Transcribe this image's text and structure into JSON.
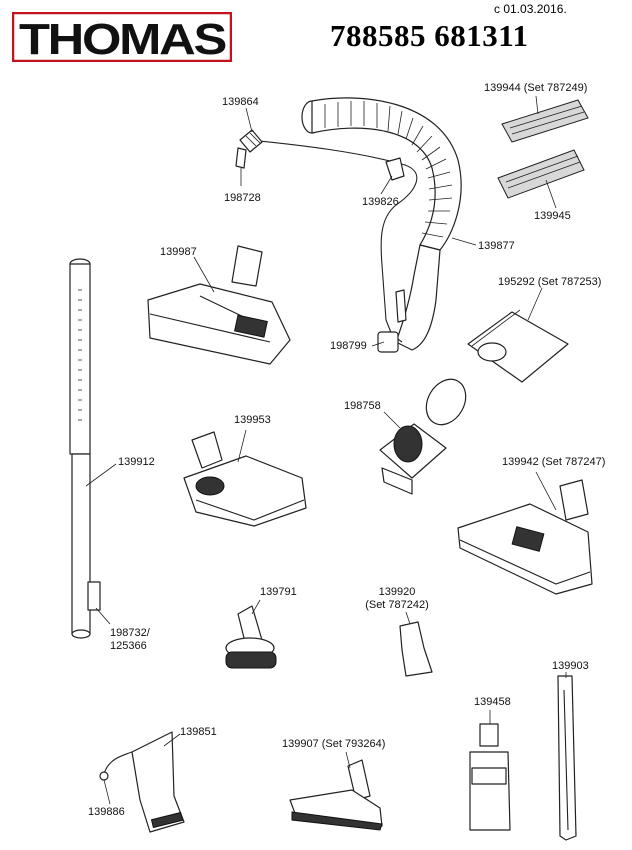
{
  "header": {
    "brand": "THOMAS",
    "date": "c  01.03.2016.",
    "model_numbers": "788585 681311"
  },
  "colors": {
    "brand_red": "#c4121a",
    "ink": "#222222"
  },
  "parts": [
    {
      "id": "p139864",
      "label": "139864"
    },
    {
      "id": "p198728",
      "label": "198728"
    },
    {
      "id": "p139826",
      "label": "139826"
    },
    {
      "id": "p139877",
      "label": "139877"
    },
    {
      "id": "p139944",
      "label": "139944 (Set 787249)"
    },
    {
      "id": "p139945",
      "label": "139945"
    },
    {
      "id": "p139987",
      "label": "139987"
    },
    {
      "id": "p195292",
      "label": "195292 (Set 787253)"
    },
    {
      "id": "p198799",
      "label": "198799"
    },
    {
      "id": "p198758",
      "label": "198758"
    },
    {
      "id": "p139953",
      "label": "139953"
    },
    {
      "id": "p139912",
      "label": "139912"
    },
    {
      "id": "p139942",
      "label": "139942 (Set 787247)"
    },
    {
      "id": "p139791",
      "label": "139791"
    },
    {
      "id": "p139920",
      "label": "139920",
      "sub": "(Set 787242)"
    },
    {
      "id": "p198732",
      "label": "198732/",
      "sub": "125366"
    },
    {
      "id": "p139903",
      "label": "139903"
    },
    {
      "id": "p139851",
      "label": "139851"
    },
    {
      "id": "p139458",
      "label": "139458"
    },
    {
      "id": "p139907",
      "label": "139907 (Set 793264)"
    },
    {
      "id": "p139886",
      "label": "139886"
    }
  ]
}
